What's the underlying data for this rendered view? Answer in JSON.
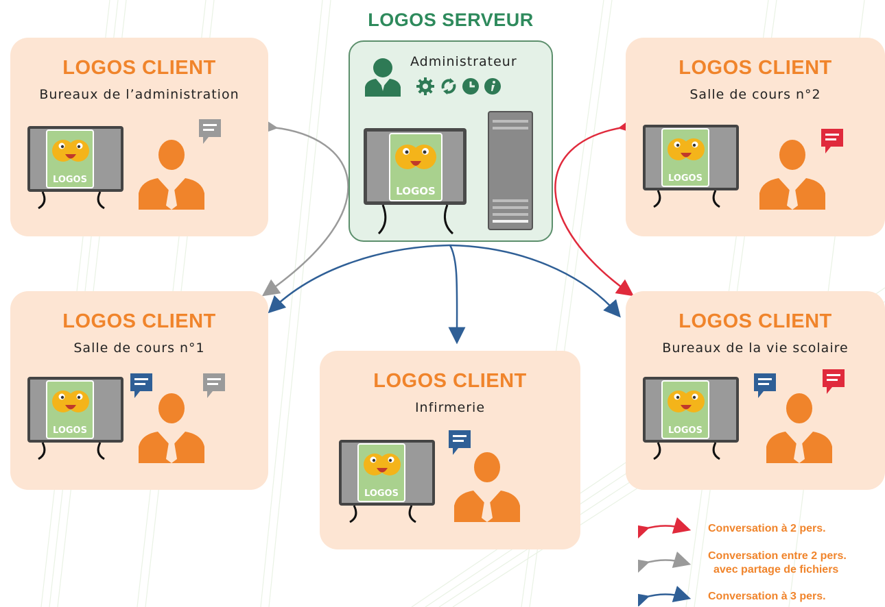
{
  "server": {
    "title": "LOGOS SERVEUR",
    "admin_label": "Administrateur",
    "logo_text": "LOGOS"
  },
  "clients": [
    {
      "title": "LOGOS CLIENT",
      "subtitle": "Bureaux de l’administration",
      "logo_text": "LOGOS"
    },
    {
      "title": "LOGOS CLIENT",
      "subtitle": "Salle de cours n°2",
      "logo_text": "LOGOS"
    },
    {
      "title": "LOGOS CLIENT",
      "subtitle": "Salle de cours n°1",
      "logo_text": "LOGOS"
    },
    {
      "title": "LOGOS CLIENT",
      "subtitle": "Infirmerie",
      "logo_text": "LOGOS"
    },
    {
      "title": "LOGOS CLIENT",
      "subtitle": "Bureaux de la vie scolaire",
      "logo_text": "LOGOS"
    }
  ],
  "legend": {
    "red_label": "Conversation à 2 pers.",
    "gray_label_line1": "Conversation entre 2 pers.",
    "gray_label_line2": "avec partage de fichiers",
    "blue_label": "Conversation à 3 pers."
  },
  "colors": {
    "client_bg": "#fde5d3",
    "accent_orange": "#f0842b",
    "server_bg": "#e4f1e7",
    "server_green": "#2e8a5c",
    "red_link": "#e02a3c",
    "gray_link": "#9a9a9a",
    "blue_link": "#2f5f96"
  },
  "icons": [
    "user-icon",
    "gear-icon",
    "refresh-icon",
    "clock-icon",
    "info-icon",
    "chat-bubble-icon",
    "server-tower-icon",
    "monitor-icon"
  ]
}
